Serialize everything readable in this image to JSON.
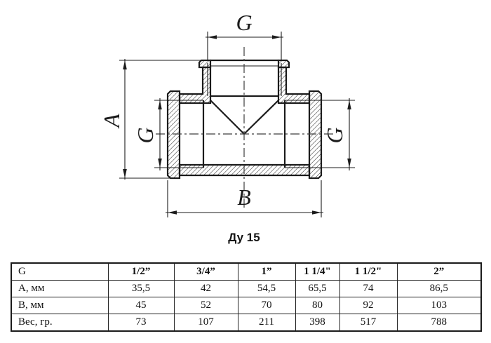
{
  "drawing": {
    "dim_top": "G",
    "dim_height": "A",
    "dim_bore_left": "G",
    "dim_bore_right": "G",
    "dim_width": "B",
    "caption": "Ду 15",
    "line_color": "#1b1b1b"
  },
  "table": {
    "header": {
      "label": "G",
      "values": [
        "1/2”",
        "3/4”",
        "1”",
        "1 1/4\"",
        "1 1/2\"",
        "2”"
      ]
    },
    "rows": [
      {
        "label": "А, мм",
        "values": [
          "35,5",
          "42",
          "54,5",
          "65,5",
          "74",
          "86,5"
        ]
      },
      {
        "label": "В, мм",
        "values": [
          "45",
          "52",
          "70",
          "80",
          "92",
          "103"
        ]
      },
      {
        "label": "Вес, гр.",
        "values": [
          "73",
          "107",
          "211",
          "398",
          "517",
          "788"
        ]
      }
    ]
  }
}
